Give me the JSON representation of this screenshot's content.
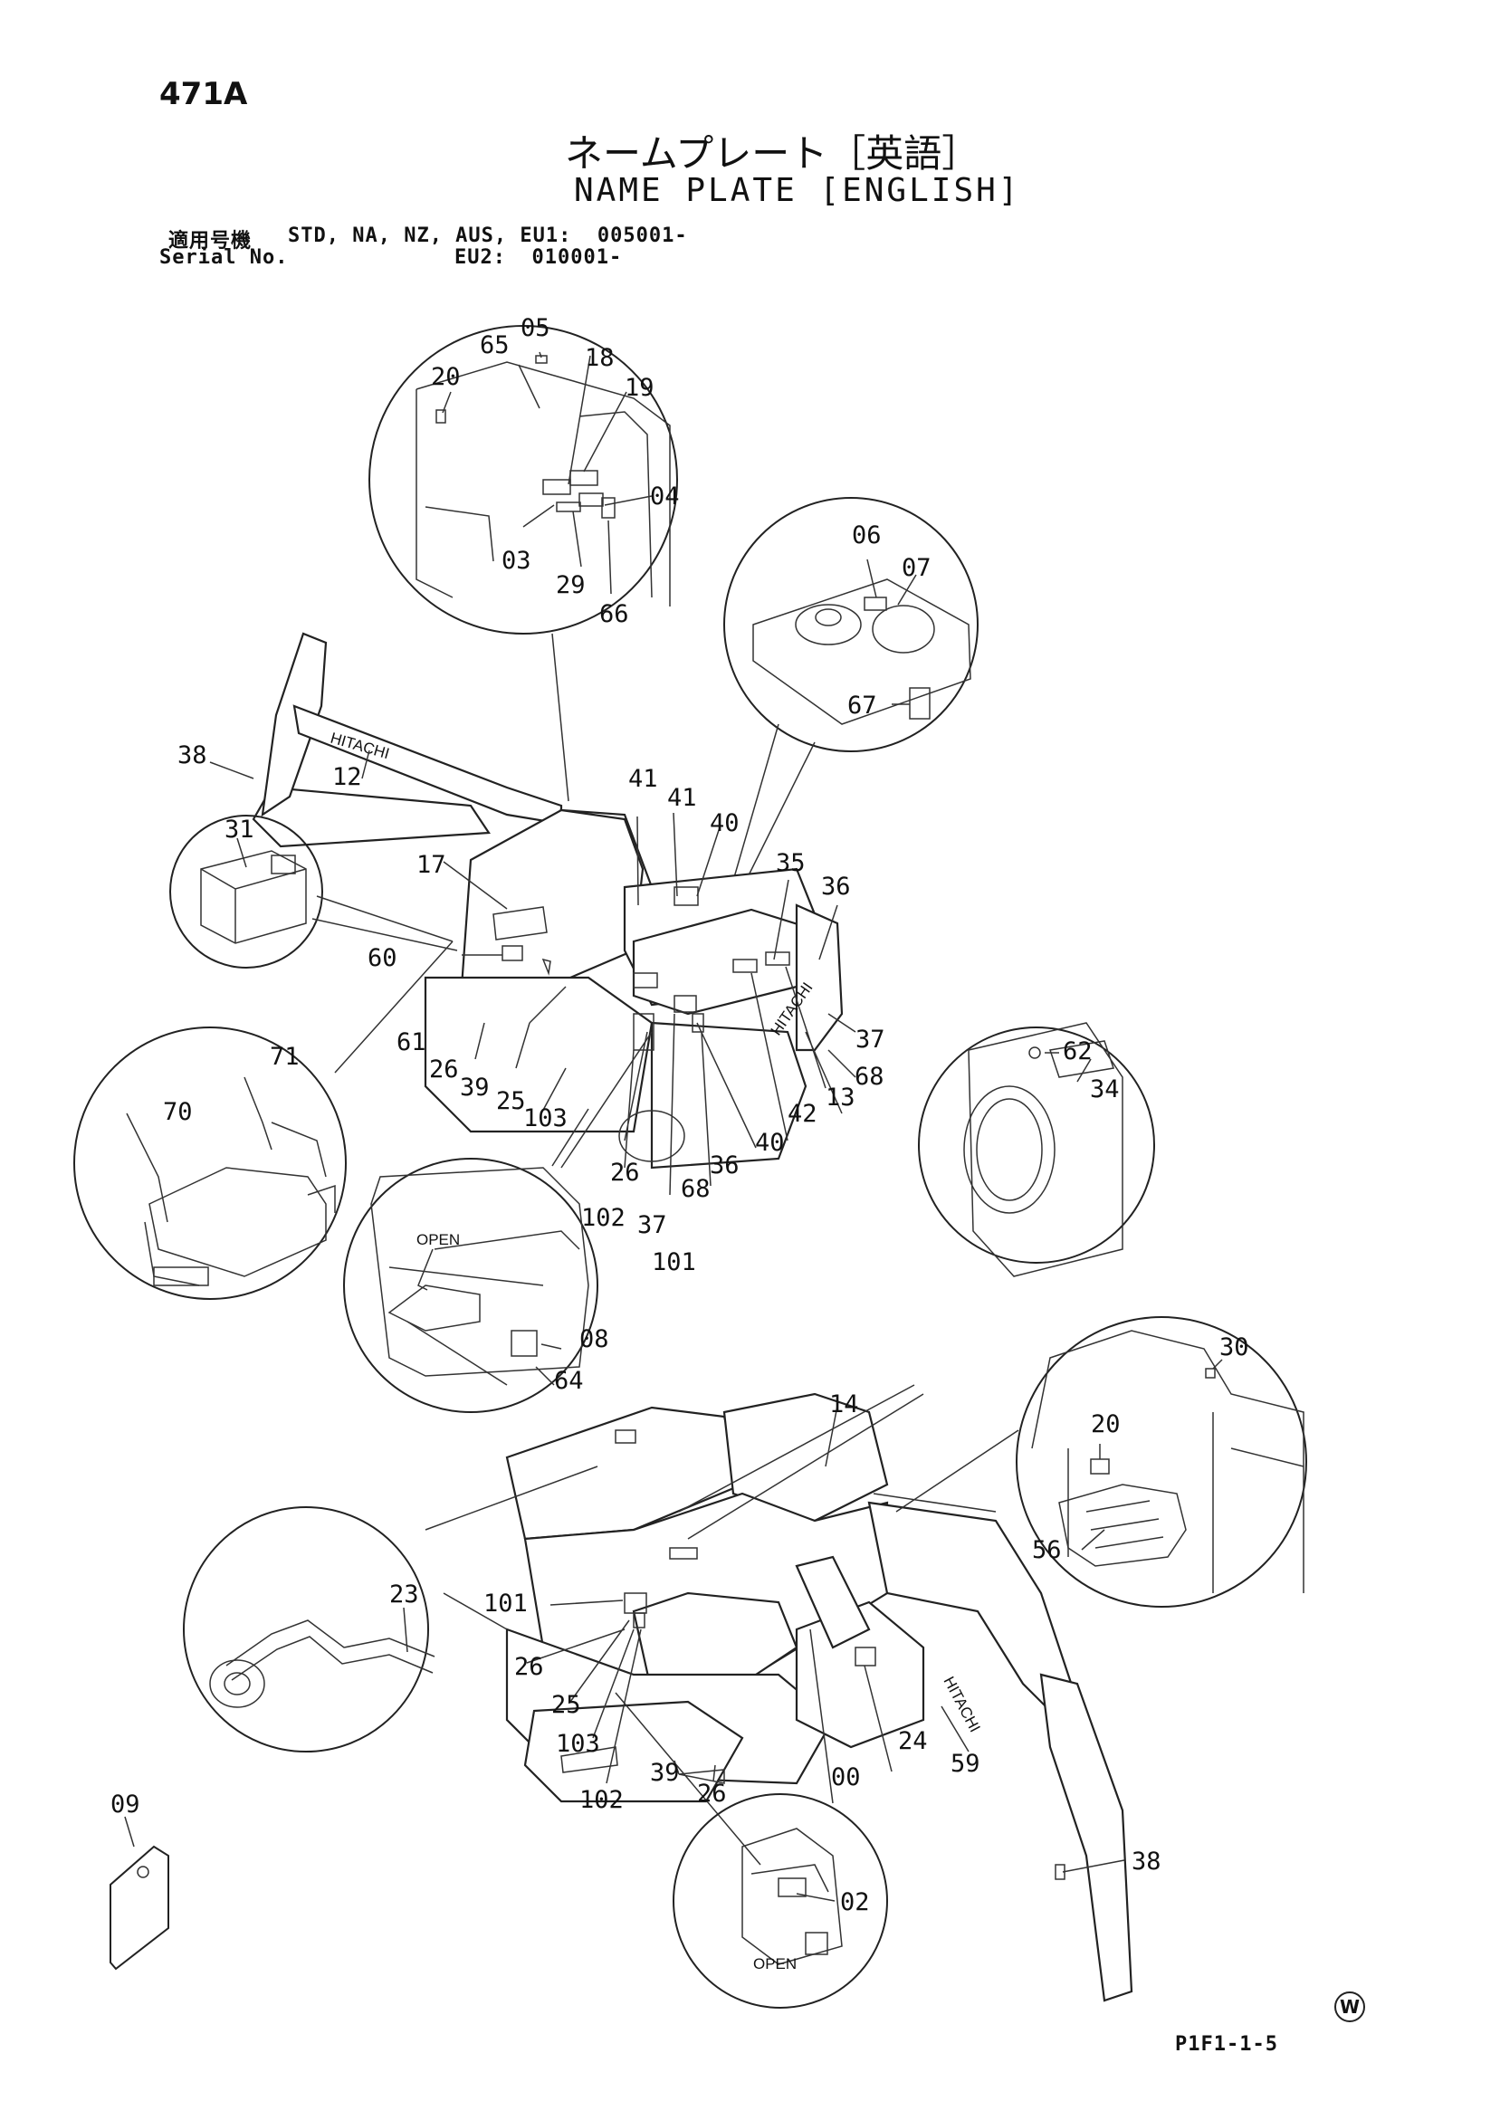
{
  "page_no": "471A",
  "title_jp": "ネームプレート［英語］",
  "title_en": "NAME PLATE [ENGLISH]",
  "serial_label_jp": "適用号機",
  "serial_label_en": "Serial No.",
  "serial_line_1": "STD, NA, NZ, AUS, EU1:  005001-",
  "serial_line_2": "EU2:  010001-",
  "drawing_code": "P1F1-1-5",
  "w_mark": "W",
  "callouts": {
    "c05": "05",
    "c65": "65",
    "c18": "18",
    "c20a": "20",
    "c19": "19",
    "c04": "04",
    "c03": "03",
    "c29": "29",
    "c66": "66",
    "c06": "06",
    "c07": "07",
    "c67": "67",
    "c38a": "38",
    "c12": "12",
    "c31": "31",
    "c17": "17",
    "c60": "60",
    "c41a": "41",
    "c41b": "41",
    "c40a": "40",
    "c35": "35",
    "c36a": "36",
    "c37a": "37",
    "c68a": "68",
    "c13": "13",
    "c42": "42",
    "c40b": "40",
    "c36b": "36",
    "c68b": "68",
    "c37b": "37",
    "c101a": "101",
    "c102a": "102",
    "c26a": "26",
    "c103a": "103",
    "c25a": "25",
    "c39a": "39",
    "c26b": "26",
    "c61": "61",
    "c71": "71",
    "c70": "70",
    "c62": "62",
    "c34": "34",
    "c08": "08",
    "c64": "64",
    "open_a": "OPEN",
    "c14": "14",
    "c30": "30",
    "c20b": "20",
    "c56": "56",
    "c23": "23",
    "c101b": "101",
    "c26c": "26",
    "c25b": "25",
    "c103b": "103",
    "c102b": "102",
    "c39b": "39",
    "c26d": "26",
    "c00": "00",
    "c24": "24",
    "c59": "59",
    "c38b": "38",
    "c09": "09",
    "c02": "02",
    "open_b": "OPEN",
    "hitachi_a": "HITACHI",
    "hitachi_b": "HITACHI",
    "hitachi_c": "HITACHI"
  }
}
